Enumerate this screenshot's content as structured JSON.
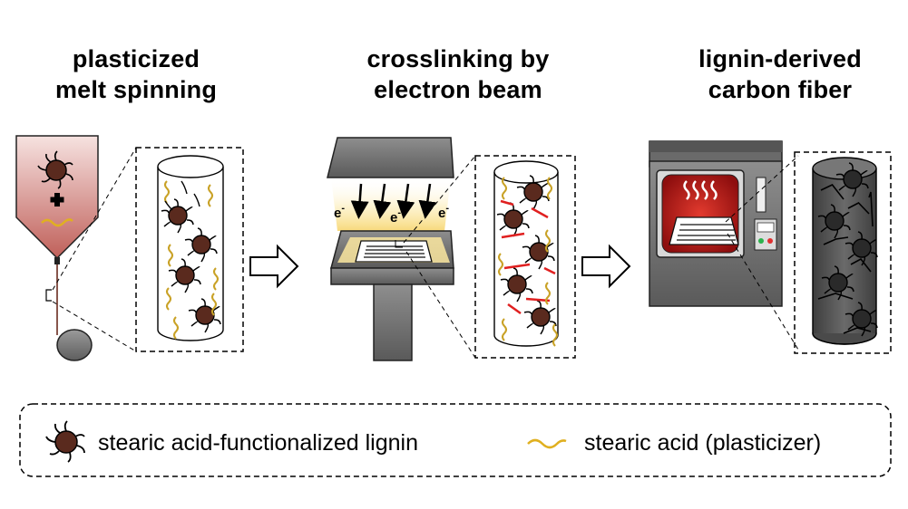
{
  "titles": {
    "step1_line1": "plasticized",
    "step1_line2": "melt spinning",
    "step2_line1": "crosslinking by",
    "step2_line2": "electron beam",
    "step3_line1": "lignin-derived",
    "step3_line2": "carbon fiber"
  },
  "electron_label": "e",
  "electron_charge": "-",
  "legend": {
    "lignin_label": "stearic acid-functionalized lignin",
    "stearic_label": "stearic acid (plasticizer)"
  },
  "colors": {
    "lignin_bead": "#5a2a1e",
    "stearic_acid": "#c9a227",
    "crosslink": "#e02020",
    "hopper_top": "#f4d8d6",
    "hopper_bottom": "#c97068",
    "furnace_glow": "#c21a1a",
    "machine_gray": "#7d7d7d",
    "carbon_fiber": "#555555"
  },
  "icons": [
    "plus-icon",
    "arrow-right-icon",
    "heat-waves-icon",
    "electron-arrow-icon"
  ]
}
